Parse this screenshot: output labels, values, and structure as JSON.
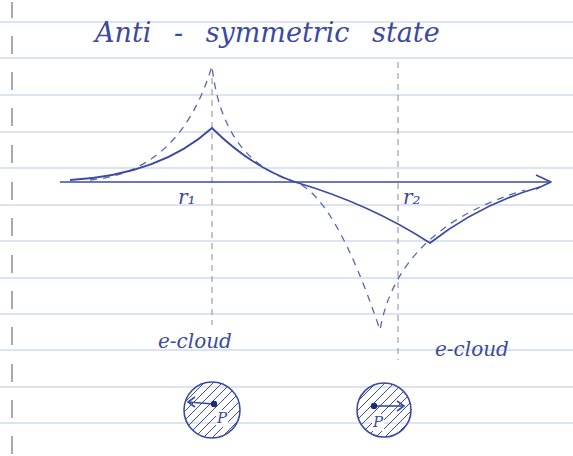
{
  "diagram": {
    "title": "Anti - symmetric state",
    "nodes": [
      {
        "text": [
          "e-cloud",
          "P"
        ]
      },
      {
        "text": [
          "e-cloud",
          "P"
        ]
      }
    ],
    "labels": [
      "r₁",
      "r₂"
    ]
  }
}
